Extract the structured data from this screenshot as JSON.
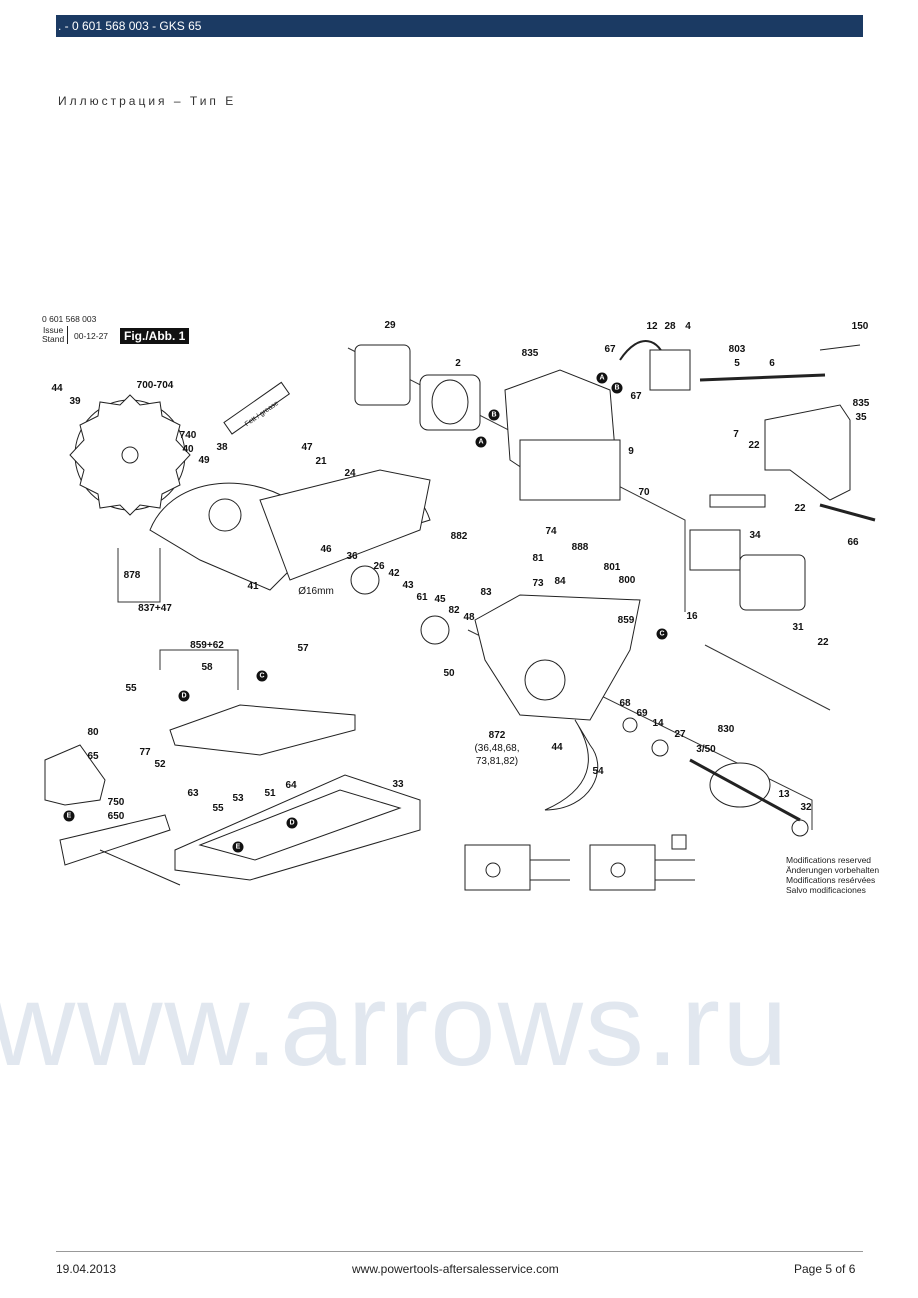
{
  "header": {
    "title": ". - 0 601 568 003 - GKS 65"
  },
  "subtitle": "Иллюстрация – Тип E",
  "drawing": {
    "part_number": "0 601 568 003",
    "issue_label": "Issue",
    "stand_label": "Stand",
    "issue_date": "00-12-27",
    "figure_label": "Fig./Abb. 1",
    "callouts": [
      "29",
      "2",
      "835",
      "12",
      "28",
      "4",
      "150",
      "67",
      "803",
      "5",
      "6",
      "835",
      "35",
      "67",
      "7",
      "22",
      "44",
      "39",
      "700-704",
      "740",
      "40",
      "49",
      "38",
      "47",
      "21",
      "24",
      "9",
      "70",
      "74",
      "888",
      "34",
      "22",
      "66",
      "882",
      "36",
      "26",
      "46",
      "42",
      "43",
      "61",
      "41",
      "878",
      "837+47",
      "81",
      "73",
      "84",
      "83",
      "801",
      "800",
      "16",
      "31",
      "22",
      "45",
      "82",
      "48",
      "859",
      "859+62",
      "57",
      "58",
      "55",
      "50",
      "68",
      "69",
      "14",
      "27",
      "830",
      "3/50",
      "80",
      "65",
      "77",
      "52",
      "872",
      "(36,48,68,",
      "73,81,82)",
      "44",
      "54",
      "33",
      "63",
      "55",
      "53",
      "51",
      "64",
      "13",
      "32",
      "750",
      "650",
      "Ø16mm"
    ],
    "badges": [
      "A",
      "B",
      "A",
      "B",
      "C",
      "D",
      "C",
      "E",
      "D",
      "E"
    ],
    "grease_label": "Fett / grease",
    "modifications": [
      "Modifications reserved",
      "Änderungen vorbehalten",
      "Modifications resérvées",
      "Salvo modificaciones"
    ]
  },
  "watermark": "www.arrows.ru",
  "footer": {
    "date": "19.04.2013",
    "url": "www.powertools-aftersalesservice.com",
    "page": "Page 5 of 6"
  }
}
